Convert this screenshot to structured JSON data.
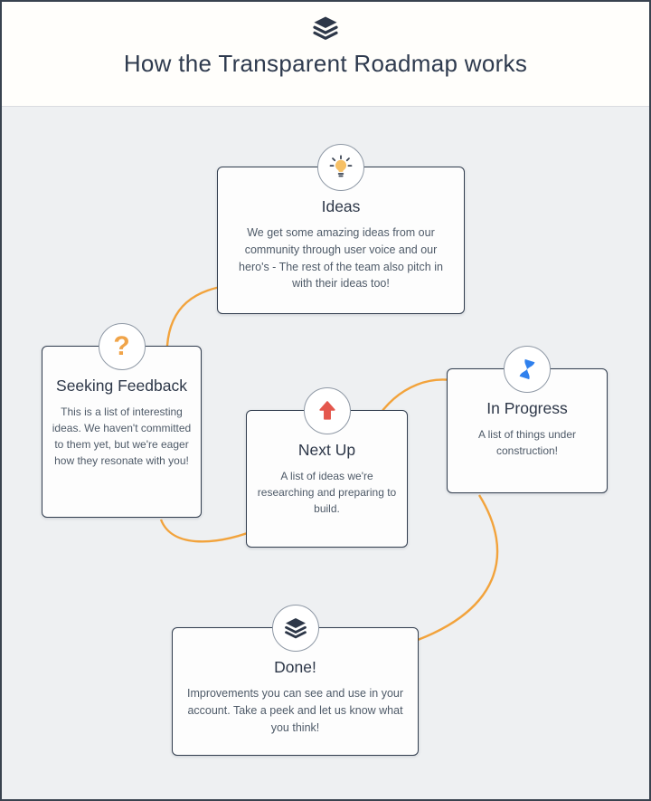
{
  "header": {
    "title": "How the Transparent Roadmap works",
    "logo_icon": "layers-icon"
  },
  "colors": {
    "page_background": "#eef0f2",
    "header_background": "#fffefb",
    "card_border": "#323e4f",
    "badge_border": "#8e98a5",
    "heading_text": "#2d3748",
    "body_text": "#4e5a68",
    "arrow": "#f2a33c",
    "lightbulb_yellow": "#f6c065",
    "question_orange": "#f0a449",
    "up_arrow_red": "#e4574d",
    "hourglass_blue": "#2f80ed",
    "layers_dark": "#2d3748"
  },
  "nodes": [
    {
      "id": "ideas",
      "icon": "lightbulb-icon",
      "title": "Ideas",
      "body": "We get some amazing ideas from our community through user voice and our hero's - The rest of the team also pitch in with their ideas too!"
    },
    {
      "id": "seeking-feedback",
      "icon": "question-mark-icon",
      "icon_glyph": "?",
      "title": "Seeking Feedback",
      "body": "This is a list of interesting ideas. We haven't committed to them yet, but we're eager how they resonate with you!"
    },
    {
      "id": "next-up",
      "icon": "up-arrow-icon",
      "title": "Next Up",
      "body": "A list of ideas we're researching and preparing to build."
    },
    {
      "id": "in-progress",
      "icon": "hourglass-icon",
      "title": "In Progress",
      "body": "A list of things under construction!"
    },
    {
      "id": "done",
      "icon": "layers-icon",
      "title": "Done!",
      "body": "Improvements you can see and use in your account. Take a peek and let us know what you think!"
    }
  ],
  "connections": [
    {
      "from": "Ideas",
      "to": "Seeking Feedback"
    },
    {
      "from": "Seeking Feedback",
      "to": "Next Up"
    },
    {
      "from": "Next Up",
      "to": "In Progress"
    },
    {
      "from": "In Progress",
      "to": "Done!"
    }
  ]
}
